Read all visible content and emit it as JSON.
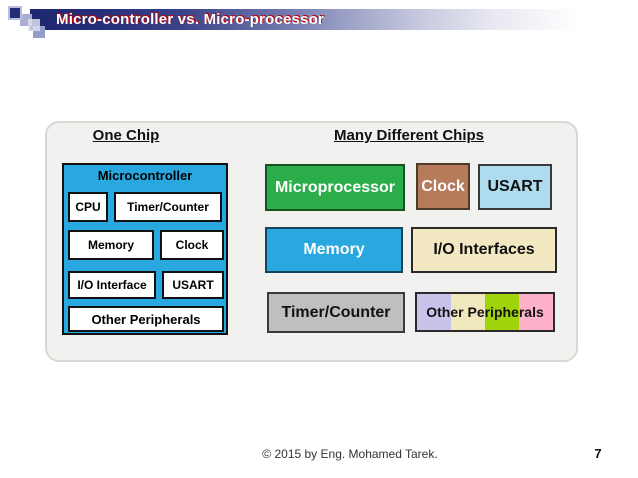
{
  "title_bar": {
    "title": "Micro-controller vs. Micro-processor"
  },
  "panel": {
    "left": {
      "heading": "One Chip",
      "chip_title": "Microcontroller",
      "components": [
        "CPU",
        "Timer/Counter",
        "Memory",
        "Clock",
        "I/O Interface",
        "USART",
        "Other Peripherals"
      ]
    },
    "right": {
      "heading": "Many Different Chips",
      "chips": [
        {
          "label": "Microprocessor",
          "bg": "#2bae4a",
          "fg": "#ffffff"
        },
        {
          "label": "Clock",
          "bg": "#b57b5b",
          "fg": "#ffffff"
        },
        {
          "label": "USART",
          "bg": "#aedcee",
          "fg": "#111111"
        },
        {
          "label": "Memory",
          "bg": "#29a8df",
          "fg": "#ffffff"
        },
        {
          "label": "I/O Interfaces",
          "bg": "#f2e8c1",
          "fg": "#111111"
        },
        {
          "label": "Timer/Counter",
          "bg": "#bfbfbf",
          "fg": "#111111"
        },
        {
          "label": "Other Peripherals",
          "fg": "#111111",
          "segments": [
            "#c9c3eb",
            "#f0e8bd",
            "#9fd30a",
            "#ffb1c9"
          ]
        }
      ]
    }
  },
  "footer": {
    "copyright": "© 2015 by Eng. Mohamed Tarek.",
    "page_number": "7"
  },
  "colors": {
    "title_bar_navy": "#232c77",
    "title_shadow_red": "#c00000",
    "microcontroller_blue": "#29a8df",
    "panel_gray": "#f1f1ef"
  }
}
